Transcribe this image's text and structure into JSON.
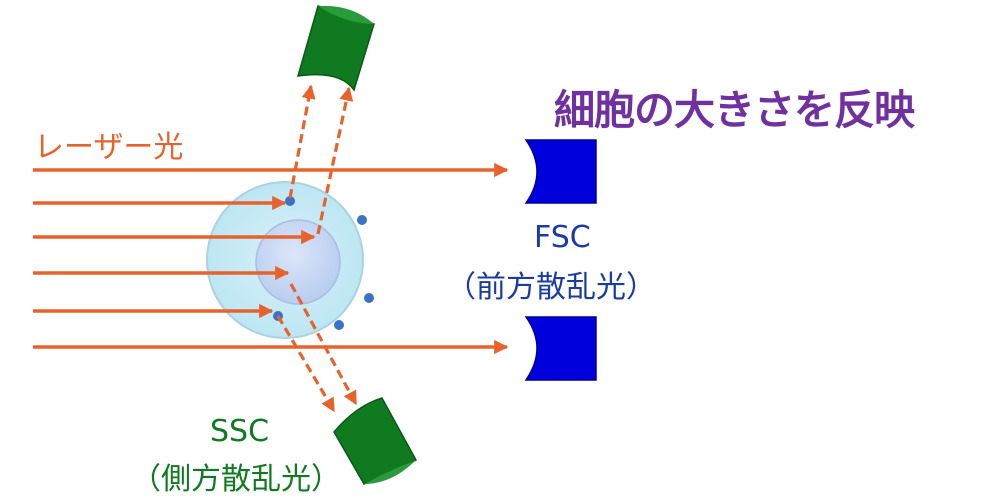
{
  "headline": "細胞の大きさを反映",
  "laser": {
    "label": "レーザー光",
    "color": "#e8622b",
    "beam_count": 6
  },
  "fsc": {
    "abbrev": "FSC",
    "name": "（前方散乱光）",
    "detector_color": "#0000dd",
    "text_color": "#1a3aa8"
  },
  "ssc": {
    "abbrev": "SSC",
    "name": "（側方散乱光）",
    "detector_color": "#0f7a20",
    "text_color": "#0f7a20"
  },
  "colors": {
    "headline": "#7030a0",
    "cell_outer": "#c8ecf6",
    "cell_inner": "#c5d8f4",
    "granule": "#3a72c8"
  }
}
